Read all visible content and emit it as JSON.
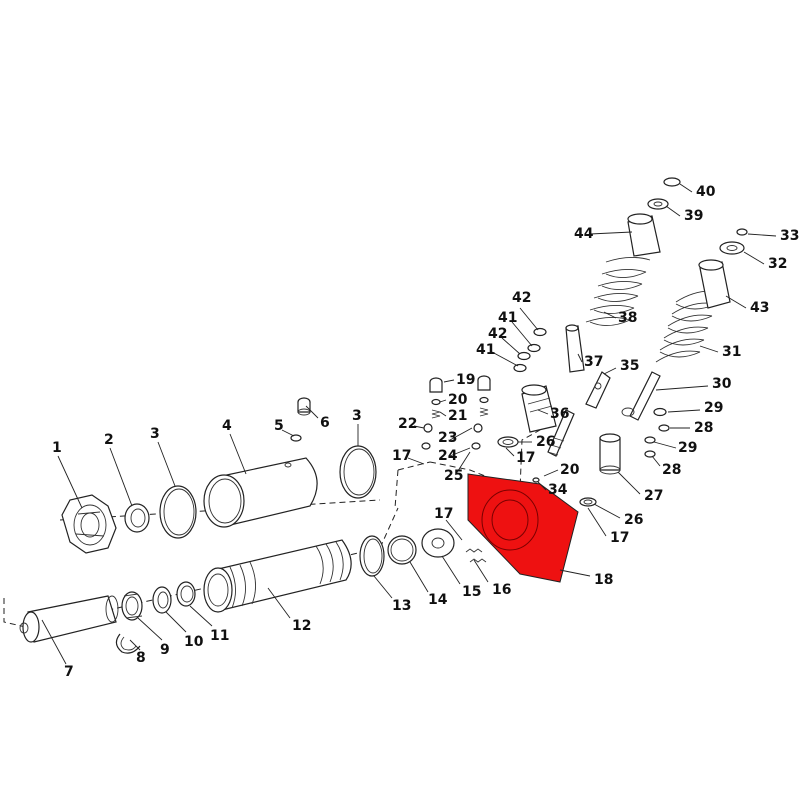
{
  "diagram": {
    "highlight_color": "#ee1111",
    "highlighted_part": "18",
    "callouts": [
      {
        "id": "1",
        "text": "1"
      },
      {
        "id": "2",
        "text": "2"
      },
      {
        "id": "3a",
        "text": "3"
      },
      {
        "id": "3b",
        "text": "3"
      },
      {
        "id": "4",
        "text": "4"
      },
      {
        "id": "5",
        "text": "5"
      },
      {
        "id": "6",
        "text": "6"
      },
      {
        "id": "7",
        "text": "7"
      },
      {
        "id": "8",
        "text": "8"
      },
      {
        "id": "9",
        "text": "9"
      },
      {
        "id": "10",
        "text": "10"
      },
      {
        "id": "11",
        "text": "11"
      },
      {
        "id": "12",
        "text": "12"
      },
      {
        "id": "13",
        "text": "13"
      },
      {
        "id": "14",
        "text": "14"
      },
      {
        "id": "15",
        "text": "15"
      },
      {
        "id": "16",
        "text": "16"
      },
      {
        "id": "17a",
        "text": "17"
      },
      {
        "id": "17b",
        "text": "17"
      },
      {
        "id": "17c",
        "text": "17"
      },
      {
        "id": "17d",
        "text": "17"
      },
      {
        "id": "18",
        "text": "18"
      },
      {
        "id": "19",
        "text": "19"
      },
      {
        "id": "20a",
        "text": "20"
      },
      {
        "id": "20b",
        "text": "20"
      },
      {
        "id": "21",
        "text": "21"
      },
      {
        "id": "22",
        "text": "22"
      },
      {
        "id": "23",
        "text": "23"
      },
      {
        "id": "24",
        "text": "24"
      },
      {
        "id": "25",
        "text": "25"
      },
      {
        "id": "26a",
        "text": "26"
      },
      {
        "id": "26b",
        "text": "26"
      },
      {
        "id": "27",
        "text": "27"
      },
      {
        "id": "28a",
        "text": "28"
      },
      {
        "id": "28b",
        "text": "28"
      },
      {
        "id": "29a",
        "text": "29"
      },
      {
        "id": "29b",
        "text": "29"
      },
      {
        "id": "30",
        "text": "30"
      },
      {
        "id": "31",
        "text": "31"
      },
      {
        "id": "32",
        "text": "32"
      },
      {
        "id": "33",
        "text": "33"
      },
      {
        "id": "34",
        "text": "34"
      },
      {
        "id": "35",
        "text": "35"
      },
      {
        "id": "36",
        "text": "36"
      },
      {
        "id": "37",
        "text": "37"
      },
      {
        "id": "38",
        "text": "38"
      },
      {
        "id": "39",
        "text": "39"
      },
      {
        "id": "40",
        "text": "40"
      },
      {
        "id": "41a",
        "text": "41"
      },
      {
        "id": "41b",
        "text": "41"
      },
      {
        "id": "42a",
        "text": "42"
      },
      {
        "id": "42b",
        "text": "42"
      },
      {
        "id": "43",
        "text": "43"
      },
      {
        "id": "44",
        "text": "44"
      }
    ]
  }
}
